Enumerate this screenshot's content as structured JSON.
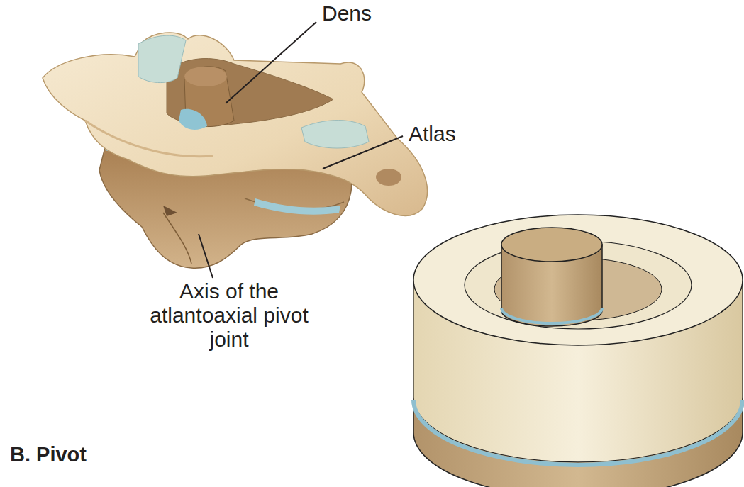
{
  "diagram": {
    "title": "B. Pivot",
    "labels": [
      "Dens",
      "Atlas",
      "Axis of the atlantoaxial pivot joint"
    ]
  }
}
